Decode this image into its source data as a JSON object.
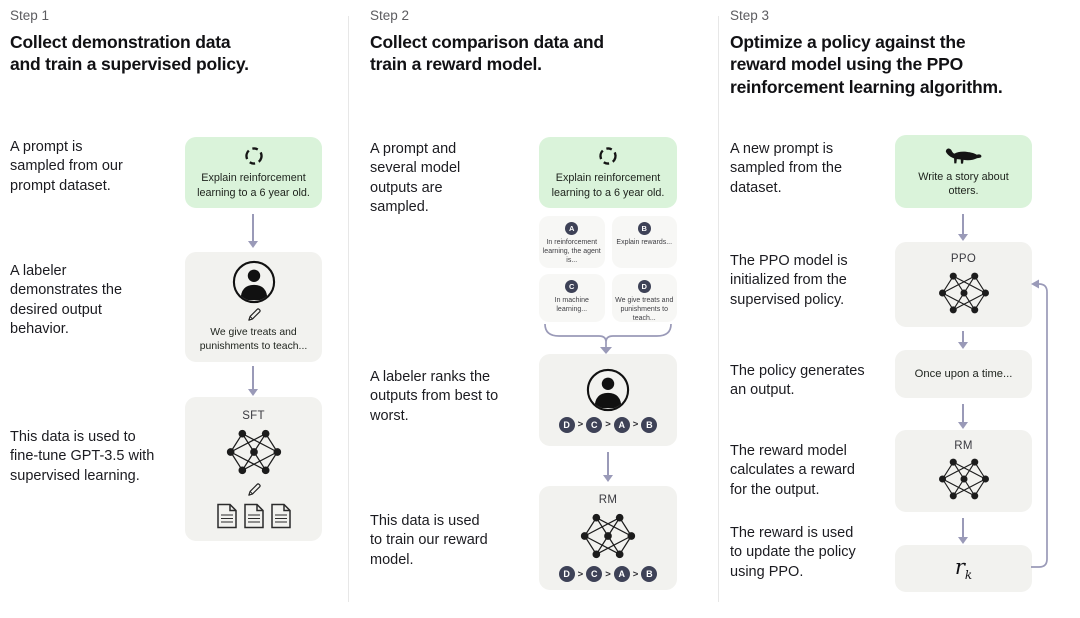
{
  "colors": {
    "prompt_box_bg": "#daf3da",
    "model_box_bg": "#f2f2ef",
    "output_box_bg": "#f7f7f5",
    "arrow": "#9a9ab8",
    "badge_bg": "#3e4257",
    "divider": "#e7e7e7",
    "heading_text": "#111114",
    "step_label_text": "#5c5c60"
  },
  "steps": [
    {
      "label": "Step 1",
      "title": "Collect demonstration data and train a supervised policy.",
      "captions": [
        "A prompt is sampled from our prompt dataset.",
        "A labeler demonstrates the desired output behavior.",
        "This data is used to fine-tune GPT-3.5 with supervised learning."
      ],
      "prompt": "Explain reinforcement learning to a 6 year old.",
      "labeler_output": "We give treats and punishments to teach...",
      "model_label": "SFT"
    },
    {
      "label": "Step 2",
      "title": "Collect comparison data and train a reward model.",
      "captions": [
        "A prompt and several model outputs are sampled.",
        "A labeler ranks the outputs from best to worst.",
        "This data is used to train our reward model."
      ],
      "prompt": "Explain reinforcement learning to a 6 year old.",
      "outputs": [
        {
          "id": "A",
          "text": "In reinforcement learning, the agent is..."
        },
        {
          "id": "B",
          "text": "Explain rewards..."
        },
        {
          "id": "C",
          "text": "In machine learning..."
        },
        {
          "id": "D",
          "text": "We give treats and punishments to teach..."
        }
      ],
      "ranking": [
        "D",
        "C",
        "A",
        "B"
      ],
      "ranking_separator": ">",
      "model_label": "RM"
    },
    {
      "label": "Step 3",
      "title": "Optimize a policy against the reward model using the PPO reinforcement learning algorithm.",
      "captions": [
        "A new prompt is sampled from the dataset.",
        "The PPO model is initialized from the supervised policy.",
        "The policy generates an output.",
        "The reward model calculates a reward for the output.",
        "The reward is used to update the policy using PPO."
      ],
      "prompt": "Write a story about otters.",
      "policy_label": "PPO",
      "policy_output": "Once upon a time...",
      "reward_model_label": "RM",
      "reward_symbol": "r",
      "reward_subscript": "k"
    }
  ],
  "icons": {
    "prompt_sample": "refresh-icon",
    "labeler": "person-icon",
    "edit": "pencil-icon",
    "documents": "documents-icon",
    "network": "neural-network-icon",
    "otter": "otter-icon"
  }
}
